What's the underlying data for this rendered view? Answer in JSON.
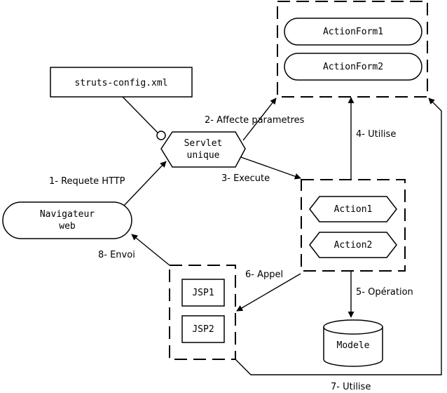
{
  "nodes": {
    "struts_config": "struts-config.xml",
    "servlet_line1": "Servlet",
    "servlet_line2": "unique",
    "navigateur_line1": "Navigateur",
    "navigateur_line2": "web",
    "actionform1": "ActionForm1",
    "actionform2": "ActionForm2",
    "action1": "Action1",
    "action2": "Action2",
    "jsp1": "JSP1",
    "jsp2": "JSP2",
    "modele": "Modele"
  },
  "edges": {
    "e1": "1- Requete HTTP",
    "e2": "2- Affecte parametres",
    "e3": "3- Execute",
    "e4": "4- Utilise",
    "e5": "5- Opération",
    "e6": "6- Appel",
    "e7": "7- Utilise",
    "e8": "8- Envoi"
  }
}
